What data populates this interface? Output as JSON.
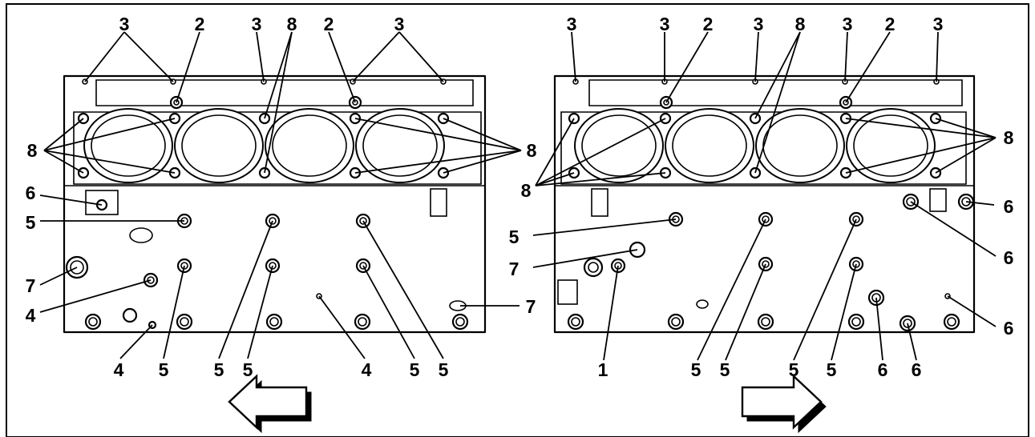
{
  "callouts": {
    "left": {
      "top": [
        "3",
        "2",
        "3",
        "8",
        "2",
        "3"
      ],
      "left_side": [
        "8",
        "6",
        "5",
        "7",
        "4"
      ],
      "right_side": [
        "8",
        "7"
      ],
      "bottom": [
        "4",
        "5",
        "5",
        "5",
        "4",
        "5",
        "5"
      ]
    },
    "right": {
      "top": [
        "3",
        "3",
        "2",
        "3",
        "8",
        "3",
        "2",
        "3"
      ],
      "left_side": [
        "8",
        "5",
        "7"
      ],
      "right_side": [
        "8",
        "6",
        "6",
        "6"
      ],
      "bottom": [
        "1",
        "5",
        "5",
        "5",
        "5",
        "6",
        "6"
      ]
    }
  },
  "arrows": {
    "left_view": "left-pointing",
    "right_view": "right-pointing"
  }
}
